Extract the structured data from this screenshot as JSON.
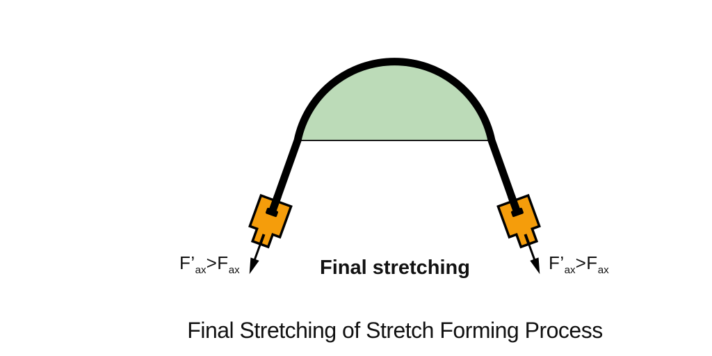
{
  "diagram": {
    "center_label": "Final stretching",
    "caption": "Final Stretching of Stretch Forming Process",
    "force_label_left": {
      "f1": "F’",
      "sub1": "ax",
      "f2": ">F",
      "sub2": "ax"
    },
    "force_label_right": {
      "f1": "F’",
      "sub1": "ax",
      "f2": ">F",
      "sub2": "ax"
    },
    "colors": {
      "sheet": "#000000",
      "dome_fill": "#bcdbb8",
      "clamp_fill": "#f59d0b",
      "chord_line": "#1a1a1a"
    }
  }
}
